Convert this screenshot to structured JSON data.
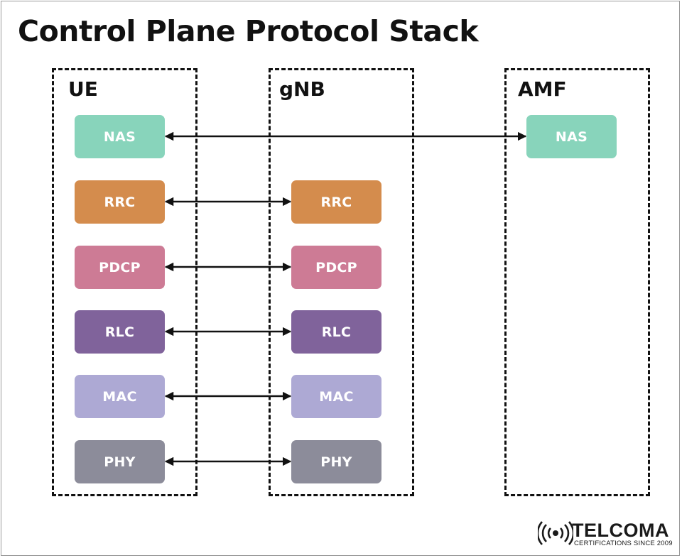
{
  "title": "Control Plane Protocol Stack",
  "columns": {
    "ue": {
      "label": "UE",
      "layers": [
        {
          "label": "NAS",
          "color": "#88d4bb"
        },
        {
          "label": "RRC",
          "color": "#d48c4d"
        },
        {
          "label": "PDCP",
          "color": "#cd7b95"
        },
        {
          "label": "RLC",
          "color": "#80639b"
        },
        {
          "label": "MAC",
          "color": "#ada9d4"
        },
        {
          "label": "PHY",
          "color": "#8c8c9a"
        }
      ]
    },
    "gnb": {
      "label": "gNB",
      "layers": [
        {
          "label": "RRC",
          "color": "#d48c4d"
        },
        {
          "label": "PDCP",
          "color": "#cd7b95"
        },
        {
          "label": "RLC",
          "color": "#80639b"
        },
        {
          "label": "MAC",
          "color": "#ada9d4"
        },
        {
          "label": "PHY",
          "color": "#8c8c9a"
        }
      ]
    },
    "amf": {
      "label": "AMF",
      "layers": [
        {
          "label": "NAS",
          "color": "#88d4bb"
        }
      ]
    }
  },
  "links": [
    {
      "from": "UE NAS",
      "to": "AMF NAS"
    },
    {
      "from": "UE RRC",
      "to": "gNB RRC"
    },
    {
      "from": "UE PDCP",
      "to": "gNB PDCP"
    },
    {
      "from": "UE RLC",
      "to": "gNB RLC"
    },
    {
      "from": "UE MAC",
      "to": "gNB MAC"
    },
    {
      "from": "UE PHY",
      "to": "gNB PHY"
    }
  ],
  "logo": {
    "name": "TELCOMA",
    "tagline": "CERTIFICATIONS SINCE 2009",
    "icon": "broadcast-signal-icon"
  }
}
